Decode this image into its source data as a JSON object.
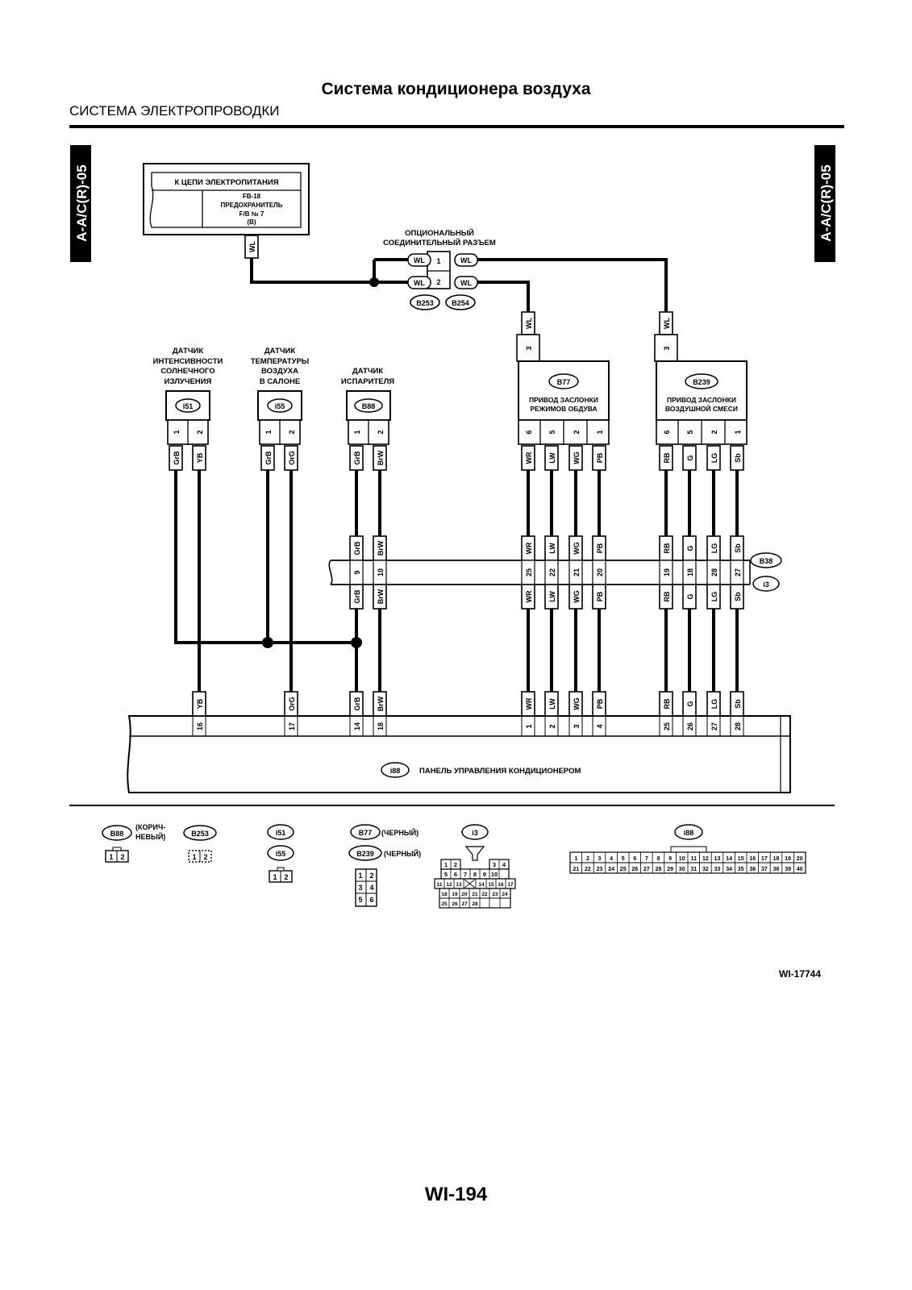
{
  "header": {
    "page_title": "Система кондиционера воздуха",
    "section_title": "СИСТЕМА ЭЛЕКТРОПРОВОДКИ"
  },
  "side_tab": "A-A/C(R)-05",
  "power": {
    "title": "К ЦЕПИ ЭЛЕКТРОПИТАНИЯ",
    "fuse_line1": "FB-18",
    "fuse_line2": "ПРЕДОХРАНИТЕЛЬ",
    "fuse_line3": "F/B № 7",
    "fuse_line4": "(B)",
    "wire": "WL"
  },
  "optional_connector": {
    "line1": "ОПЦИОНАЛЬНЫЙ",
    "line2": "СОЕДИНИТЕЛЬНЫЙ РАЗЪЕМ",
    "wire": "WL",
    "pin1": "1",
    "pin2": "2",
    "conn_a": "B253",
    "conn_b": "B254"
  },
  "sensors": [
    {
      "l1": "ДАТЧИК",
      "l2": "ИНТЕНСИВНОСТИ",
      "l3": "СОЛНЕЧНОГО",
      "l4": "ИЗЛУЧЕНИЯ",
      "id": "i51",
      "pins": [
        "1",
        "2"
      ],
      "wires": [
        "GrB",
        "YB"
      ]
    },
    {
      "l1": "ДАТЧИК",
      "l2": "ТЕМПЕРАТУРЫ",
      "l3": "ВОЗДУХА",
      "l4": "В САЛОНЕ",
      "id": "i55",
      "pins": [
        "1",
        "2"
      ],
      "wires": [
        "GrB",
        "OrG"
      ]
    },
    {
      "l1": "ДАТЧИК",
      "l2": "ИСПАРИТЕЛЯ",
      "id": "B88",
      "pins": [
        "1",
        "2"
      ],
      "wires": [
        "GrB",
        "BrW"
      ]
    }
  ],
  "actuators": [
    {
      "id": "B77",
      "l1": "ПРИВОД ЗАСЛОНКИ",
      "l2": "РЕЖИМОВ ОБДУВА",
      "supply_pin": "3",
      "supply_wire": "WL",
      "pins": [
        "6",
        "5",
        "2",
        "1"
      ],
      "wires": [
        "WR",
        "LW",
        "WG",
        "PB"
      ]
    },
    {
      "id": "B239",
      "l1": "ПРИВОД ЗАСЛОНКИ",
      "l2": "ВОЗДУШНОЙ СМЕСИ",
      "supply_pin": "3",
      "supply_wire": "WL",
      "pins": [
        "6",
        "5",
        "2",
        "1"
      ],
      "wires": [
        "RB",
        "G",
        "LG",
        "Sb"
      ]
    }
  ],
  "junction": {
    "conn_a": "B38",
    "conn_b": "i3",
    "upper_wires": [
      "GrB",
      "BrW",
      "WR",
      "LW",
      "WG",
      "PB",
      "RB",
      "G",
      "LG",
      "Sb"
    ],
    "pins": [
      "9",
      "10",
      "25",
      "22",
      "21",
      "20",
      "19",
      "18",
      "28",
      "27"
    ],
    "lower_wires": [
      "GrB",
      "BrW",
      "WR",
      "LW",
      "WG",
      "PB",
      "RB",
      "G",
      "LG",
      "Sb"
    ]
  },
  "panel": {
    "id": "i88",
    "label": "ПАНЕЛЬ УПРАВЛЕНИЯ КОНДИЦИОНЕРОМ",
    "wires": [
      "YB",
      "OrG",
      "GrB",
      "BrW",
      "WR",
      "LW",
      "WG",
      "PB",
      "RB",
      "G",
      "LG",
      "Sb"
    ],
    "pins": [
      "16",
      "17",
      "14",
      "18",
      "1",
      "2",
      "3",
      "4",
      "25",
      "26",
      "27",
      "28"
    ]
  },
  "connector_views": {
    "b88": {
      "id": "B88",
      "note1": "(КОРИЧ-",
      "note2": "НЕВЫЙ)",
      "pins": [
        "1",
        "2"
      ]
    },
    "b253": {
      "id": "B253",
      "pins": [
        "1",
        "2"
      ]
    },
    "i51": {
      "id": "i51"
    },
    "i55": {
      "id": "i55",
      "pins": [
        "1",
        "2"
      ]
    },
    "b77": {
      "id": "B77",
      "note": "(ЧЕРНЫЙ)"
    },
    "b239": {
      "id": "B239",
      "note": "(ЧЕРНЫЙ)",
      "pins": [
        "1",
        "2",
        "3",
        "4",
        "5",
        "6"
      ]
    },
    "i3": {
      "id": "i3",
      "pins": [
        "1",
        "2",
        "3",
        "4",
        "5",
        "6",
        "7",
        "8",
        "9",
        "10",
        "11",
        "12",
        "13",
        "14",
        "15",
        "16",
        "17",
        "18",
        "19",
        "20",
        "21",
        "22",
        "23",
        "24",
        "25",
        "26",
        "27",
        "28"
      ]
    },
    "i88": {
      "id": "i88",
      "pins": [
        "1",
        "2",
        "3",
        "4",
        "5",
        "6",
        "7",
        "8",
        "9",
        "10",
        "11",
        "12",
        "13",
        "14",
        "15",
        "16",
        "17",
        "18",
        "19",
        "20",
        "21",
        "22",
        "23",
        "24",
        "25",
        "26",
        "27",
        "28",
        "29",
        "30",
        "31",
        "32",
        "33",
        "34",
        "35",
        "36",
        "37",
        "38",
        "39",
        "40"
      ]
    }
  },
  "footer": {
    "ref": "WI-17744",
    "page": "WI-194"
  }
}
